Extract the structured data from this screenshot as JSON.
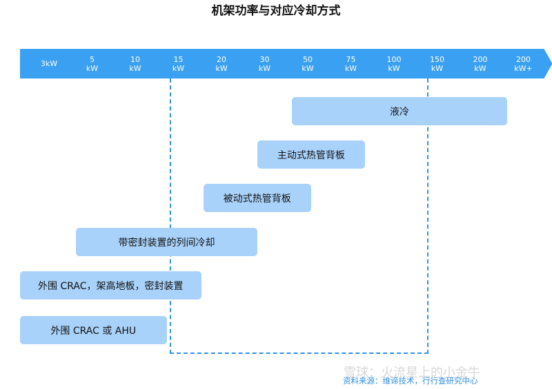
{
  "title": "机架功率与对应冷却方式",
  "scale": [
    "3kW",
    "5\nkW",
    "10\nkW",
    "15\nkW",
    "20\nkW",
    "30\nkW",
    "50\nkW",
    "75\nkW",
    "100\nkW",
    "150\nkW",
    "200\nkW",
    "200\nkW+"
  ],
  "ranges": [
    {
      "label": "液冷",
      "from_index": 6.3,
      "to_index": 11.3
    },
    {
      "label": "主动式热管背板",
      "from_index": 5.5,
      "to_index": 8.0
    },
    {
      "label": "被动式热管背板",
      "from_index": 4.25,
      "to_index": 6.75
    },
    {
      "label": "带密封装置的列间冷却",
      "from_index": 1.3,
      "to_index": 5.5
    },
    {
      "label": "外围 CRAC，架高地板，密封装置",
      "from_index": 0.0,
      "to_index": 4.2
    },
    {
      "label": "外围 CRAC 或 AHU",
      "from_index": 0.0,
      "to_index": 3.4
    }
  ],
  "highlight_range": {
    "from": "15\nkW",
    "to": "150\nkW"
  },
  "watermark": "雪球：火流星上的小金牛",
  "source": "资料来源：维谛技术，行行查研究中心",
  "colors": {
    "chevron": "#3aa0f2",
    "range": "#a9d2fa",
    "dashed": "#2f8fe8"
  }
}
